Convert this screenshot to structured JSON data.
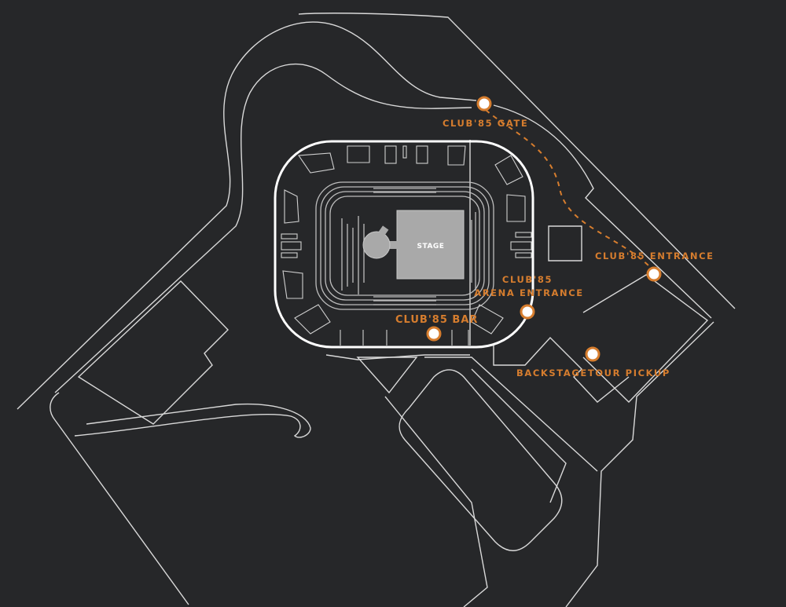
{
  "map": {
    "stage_label": "STAGE",
    "colors": {
      "background": "#262729",
      "accent": "#d67d2e",
      "lines": "#d9d9d9",
      "stage": "#a9a9a9"
    },
    "locations": [
      {
        "id": "club85-gate",
        "label": "CLUB'85 GATE",
        "icon": "location-marker-icon"
      },
      {
        "id": "club85-entrance",
        "label": "CLUB'85 ENTRANCE",
        "icon": "location-marker-icon"
      },
      {
        "id": "club85-arena-entrance",
        "label_line1": "CLUB'85",
        "label_line2": "ARENA ENTRANCE",
        "icon": "location-marker-icon"
      },
      {
        "id": "club85-bar",
        "label": "CLUB'85 BAR",
        "icon": "location-marker-icon"
      },
      {
        "id": "backstage-tour-pickup",
        "label": "BACKSTAGETOUR PICKUP",
        "icon": "location-marker-icon"
      }
    ],
    "route": {
      "from": "club85-gate",
      "to": "club85-entrance",
      "style": "dashed"
    }
  }
}
